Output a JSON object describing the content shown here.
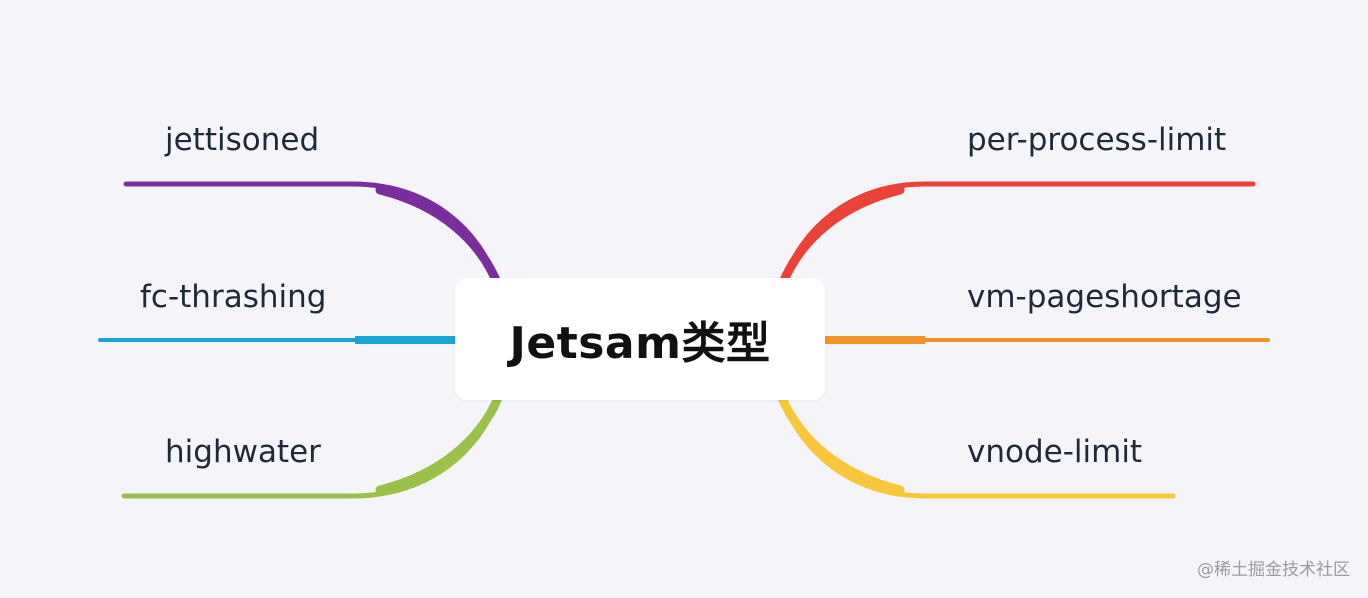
{
  "center": {
    "label": "Jetsam类型"
  },
  "branches": {
    "jettisoned": {
      "label": "jettisoned",
      "color": "#7b2d9e"
    },
    "fc_thrashing": {
      "label": "fc-thrashing",
      "color": "#1aa5d4"
    },
    "highwater": {
      "label": "highwater",
      "color": "#9cc14a"
    },
    "per_process_limit": {
      "label": "per-process-limit",
      "color": "#ec4136"
    },
    "vm_pageshortage": {
      "label": "vm-pageshortage",
      "color": "#f0932b"
    },
    "vnode_limit": {
      "label": "vnode-limit",
      "color": "#f8c73c"
    }
  },
  "watermark": {
    "text": "@稀土掘金技术社区"
  }
}
